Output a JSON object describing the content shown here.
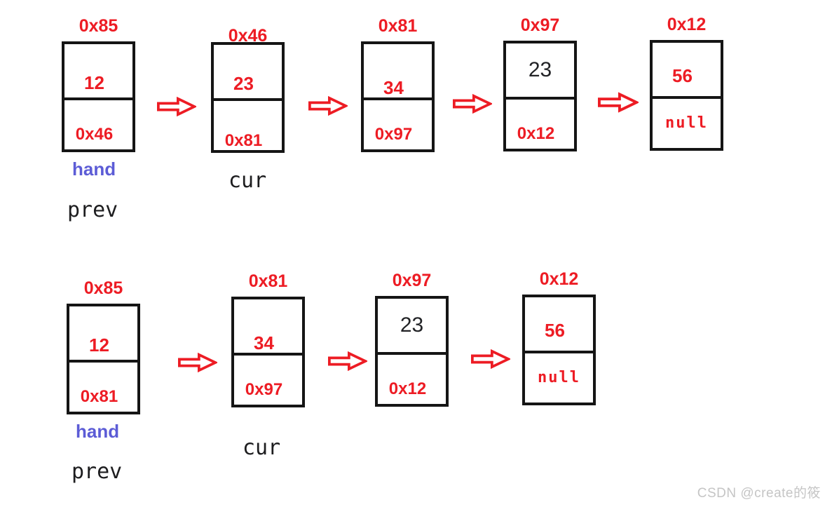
{
  "title": "linked list sort step diagram",
  "colors": {
    "red": "#ed1c24",
    "blue": "#5c5cd6",
    "ink": "#151515",
    "watermark_gray": "#c5c5c5"
  },
  "icons": {
    "arrow_right": "hollow red rightwards block arrow (⇨)"
  },
  "rows": [
    {
      "pointers": {
        "hand": "hand",
        "prev": "prev",
        "cur": "cur"
      },
      "nodes": [
        {
          "address": "0x85",
          "value": "12",
          "next": "0x46"
        },
        {
          "address": "0x46",
          "value": "23",
          "next": "0x81"
        },
        {
          "address": "0x81",
          "value": "34",
          "next": "0x97"
        },
        {
          "address": "0x97",
          "value": "23",
          "next": "0x12"
        },
        {
          "address": "0x12",
          "value": "56",
          "next": "null"
        }
      ]
    },
    {
      "pointers": {
        "hand": "hand",
        "prev": "prev",
        "cur": "cur"
      },
      "nodes": [
        {
          "address": "0x85",
          "value": "12",
          "next": "0x81"
        },
        {
          "address": "0x81",
          "value": "34",
          "next": "0x97"
        },
        {
          "address": "0x97",
          "value": "23",
          "next": "0x12"
        },
        {
          "address": "0x12",
          "value": "56",
          "next": "null"
        }
      ]
    }
  ],
  "watermark": "CSDN @create的筱"
}
